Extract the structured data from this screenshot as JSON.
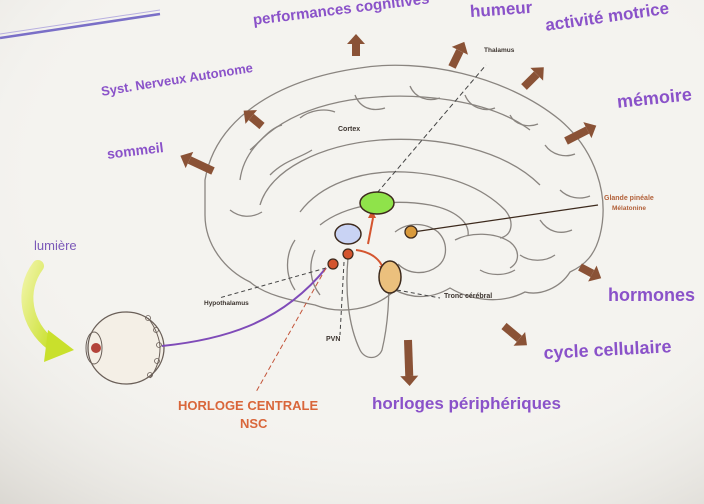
{
  "slide": {
    "outputs": {
      "humeur": "humeur",
      "performances": "performances cognitives",
      "activite": "activité motrice",
      "systeme": "Syst. Nerveux Autonome",
      "memoire": "mémoire",
      "sommeil": "sommeil",
      "hormones": "hormones",
      "cycle": "cycle cellulaire",
      "horloges": "horloges périphériques"
    },
    "brain_labels": {
      "cortex": "Cortex",
      "thalamus": "Thalamus",
      "glande": "Glande pinéale",
      "melatonine": "Mélatonine",
      "hypothalamus": "Hypothalamus",
      "tronc": "Tronc cérébral",
      "pvn": "PVN"
    },
    "input": {
      "lumiere": "lumière"
    },
    "central": {
      "line1": "HORLOGE CENTRALE",
      "line2": "NSC"
    }
  },
  "colors": {
    "purple_text": "#8a52c9",
    "orange_text": "#d9663a",
    "arrow_brown": "#8a5236",
    "thalamus_green": "#8fe34a",
    "hypothalamus_blue": "#c9d3f4",
    "pineal_orange": "#d99a3c",
    "brainstem_tan": "#ebc07d",
    "nerve_purple": "#7f4bb8",
    "light_yellow": "#d9e84a"
  }
}
